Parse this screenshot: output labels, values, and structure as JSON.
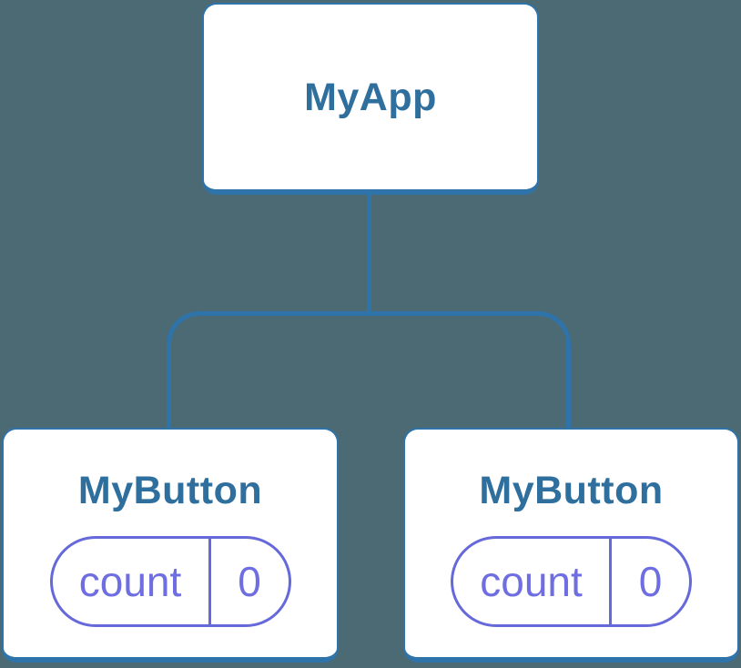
{
  "colors": {
    "background": "#4C6A73",
    "line_blue": "#2E73A9",
    "node_background": "#FFFFFF",
    "node_text_blue": "#2F6F9E",
    "state_purple": "#6569DA",
    "state_text_purple": "#6E6EE2"
  },
  "tree": {
    "root": {
      "label": "MyApp"
    },
    "children": [
      {
        "label": "MyButton",
        "state": {
          "key": "count",
          "value": "0"
        }
      },
      {
        "label": "MyButton",
        "state": {
          "key": "count",
          "value": "0"
        }
      }
    ]
  }
}
